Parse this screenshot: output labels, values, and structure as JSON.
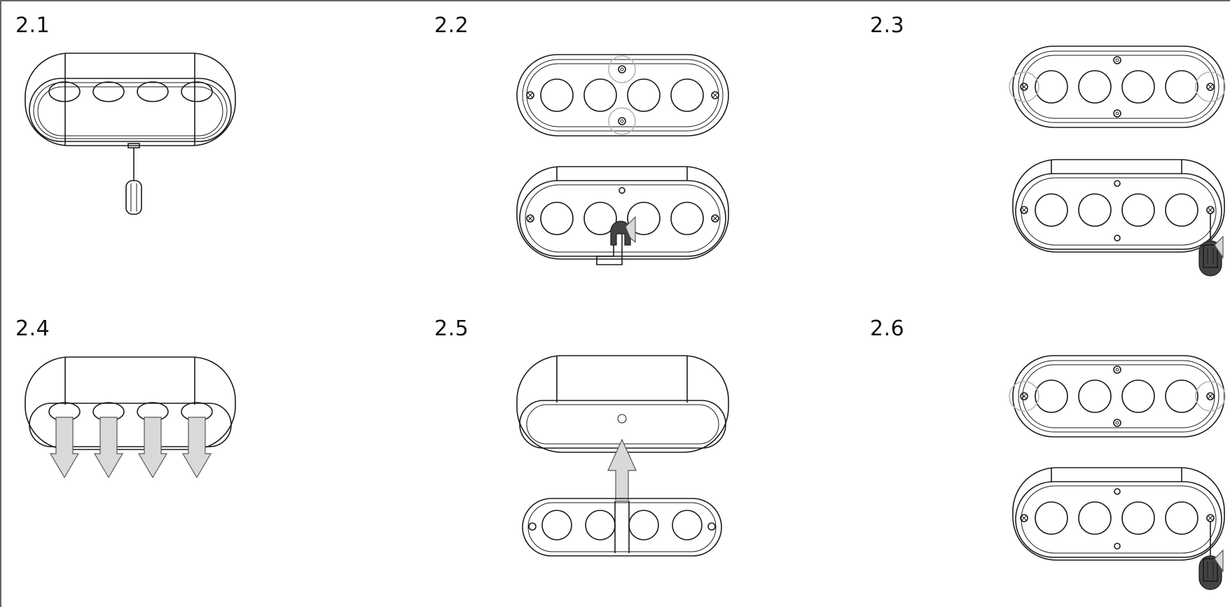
{
  "steps": [
    {
      "id": "2.1",
      "label": "2.1"
    },
    {
      "id": "2.2",
      "label": "2.2"
    },
    {
      "id": "2.3",
      "label": "2.3"
    },
    {
      "id": "2.4",
      "label": "2.4"
    },
    {
      "id": "2.5",
      "label": "2.5"
    },
    {
      "id": "2.6",
      "label": "2.6"
    }
  ],
  "colors": {
    "line": "#1a1a1a",
    "highlight_ring": "#b5b5b5",
    "arrow_fill": "#d9d9d9",
    "frame": "#333333"
  }
}
